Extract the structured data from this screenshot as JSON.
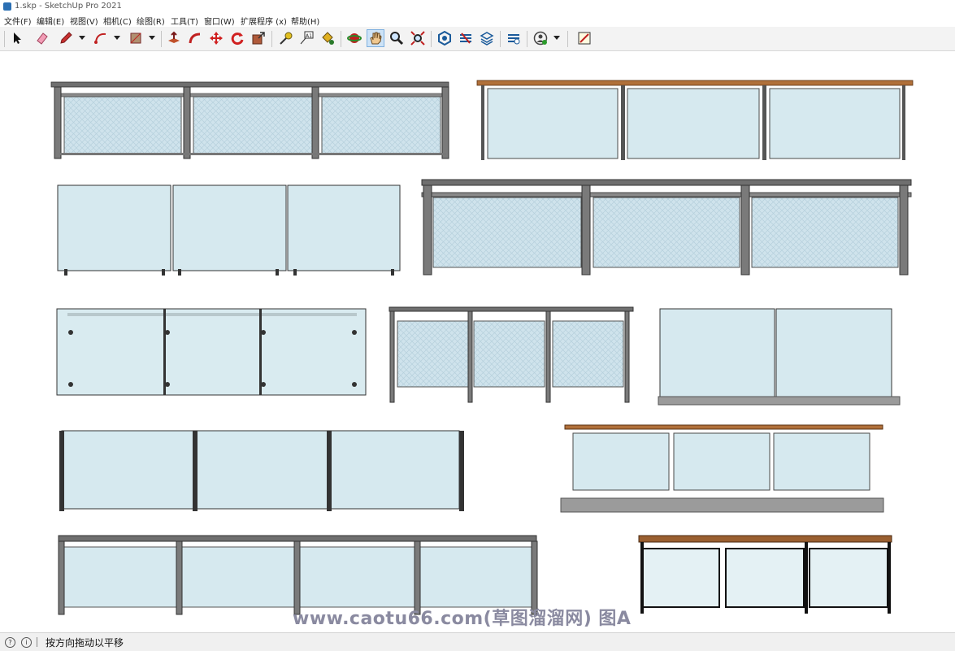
{
  "window": {
    "title": "1.skp - SketchUp Pro 2021"
  },
  "menu": [
    "文件(F)",
    "编辑(E)",
    "视图(V)",
    "相机(C)",
    "绘图(R)",
    "工具(T)",
    "窗口(W)",
    "扩展程序 (x)",
    "帮助(H)"
  ],
  "toolbar": {
    "tools": [
      "select-tool",
      "eraser-tool",
      "pencil-tool",
      "arc-tool",
      "rectangle-tool",
      "push-pull-tool",
      "follow-me-tool",
      "move-tool",
      "rotate-tool",
      "scale-tool",
      "tape-measure-tool",
      "text-tool",
      "paint-bucket-tool",
      "orbit-tool",
      "pan-tool",
      "zoom-tool",
      "zoom-extents-tool",
      "warehouse-tool",
      "components-tool",
      "extension-warehouse-tool",
      "layout-tool",
      "account-tool",
      "section-tool"
    ],
    "active_tool": "pan-tool",
    "text_tool_label": "A1"
  },
  "canvas": {
    "content": "glass railing models"
  },
  "watermark": "www.caotu66.com(草图溜溜网) 图A",
  "status": {
    "hint": "按方向拖动以平移"
  },
  "colors": {
    "glass": "#d6e9ef",
    "metal": "#6d6d6d",
    "wood": "#b0703a",
    "base": "#9b9b9b"
  }
}
